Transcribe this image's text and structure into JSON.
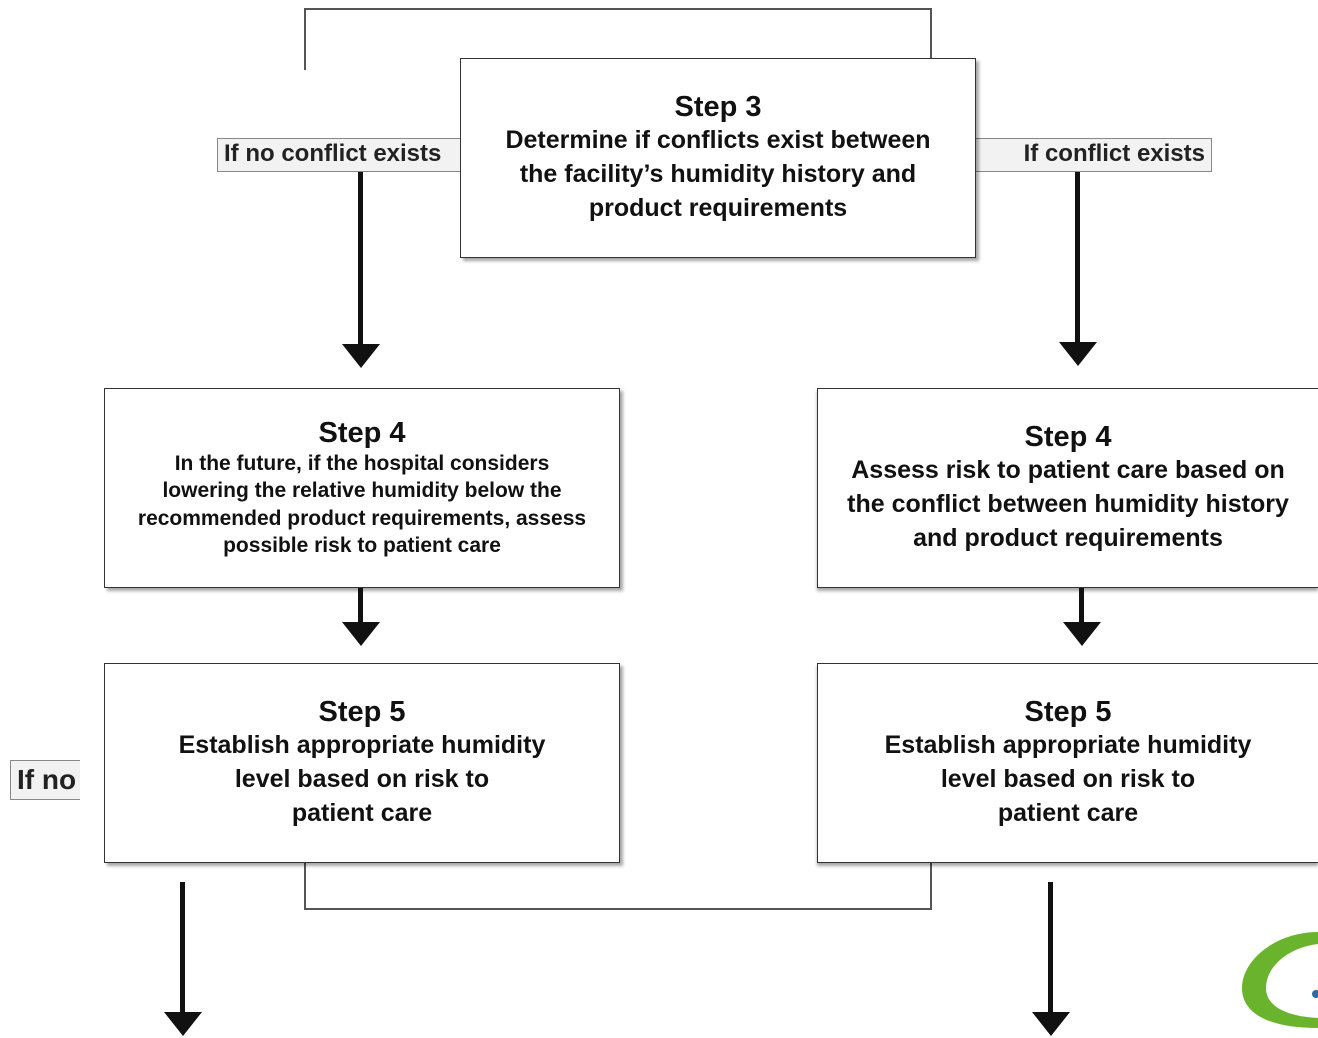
{
  "labels": {
    "left_branch": "If no conflict exists",
    "right_branch": "If conflict exists",
    "partial_left": "If no"
  },
  "boxes": {
    "step3": {
      "title": "Step 3",
      "text": [
        "Determine if conflicts exist between",
        "the facility’s humidity history and",
        "product requirements"
      ]
    },
    "step4_left": {
      "title": "Step 4",
      "text": [
        "In the future, if the hospital considers",
        "lowering the relative humidity below the",
        "recommended product requirements, assess",
        "possible risk to patient care"
      ]
    },
    "step4_right": {
      "title": "Step 4",
      "text": [
        "Assess risk to patient care based on",
        "the conflict between humidity history",
        "and product requirements"
      ]
    },
    "step5_left": {
      "title": "Step 5",
      "text": [
        "Establish appropriate humidity",
        "level based on risk to",
        "patient care"
      ]
    },
    "step5_right": {
      "title": "Step 5",
      "text": [
        "Establish appropriate humidity",
        "level based on risk to",
        "patient care"
      ]
    }
  },
  "colors": {
    "logo_green": "#6ab42d",
    "arrow": "#111111",
    "box_border": "#333333"
  }
}
